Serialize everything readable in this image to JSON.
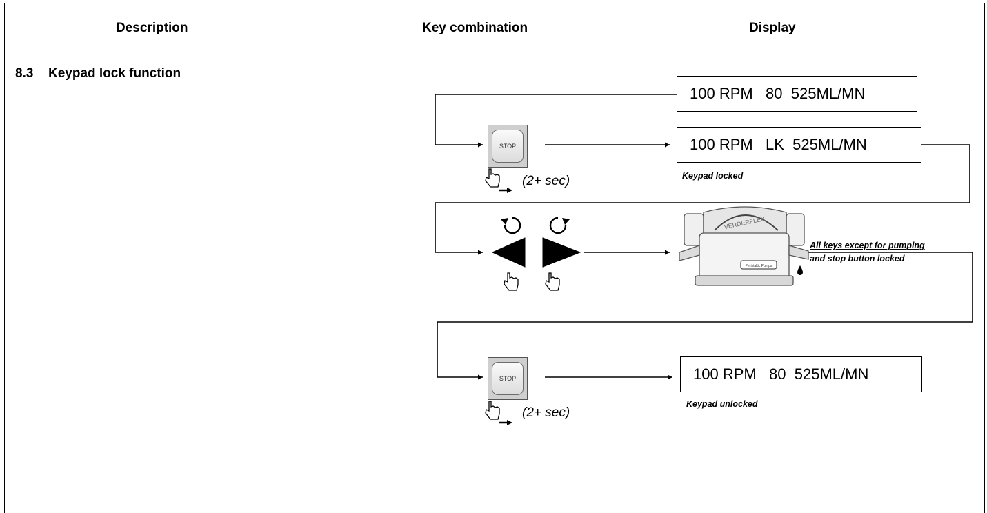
{
  "headers": {
    "description": "Description",
    "key_combination": "Key combination",
    "display": "Display"
  },
  "section": {
    "number": "8.3",
    "title": "Keypad lock function"
  },
  "displays": {
    "initial": "100 RPM   80  525ML/MN",
    "locked": "100 RPM   LK  525ML/MN",
    "unlocked": "100 RPM   80  525ML/MN"
  },
  "notes": {
    "keypad_locked": "Keypad locked",
    "all_keys_line1": "All keys except for pumping",
    "all_keys_line2": "and stop button locked",
    "keypad_unlocked": "Keypad unlocked"
  },
  "keys": {
    "stop_label": "STOP",
    "hold_time": "(2+ sec)"
  },
  "pump": {
    "brand": "VERDERFLEX",
    "model": "Peristaltic Pumps"
  }
}
